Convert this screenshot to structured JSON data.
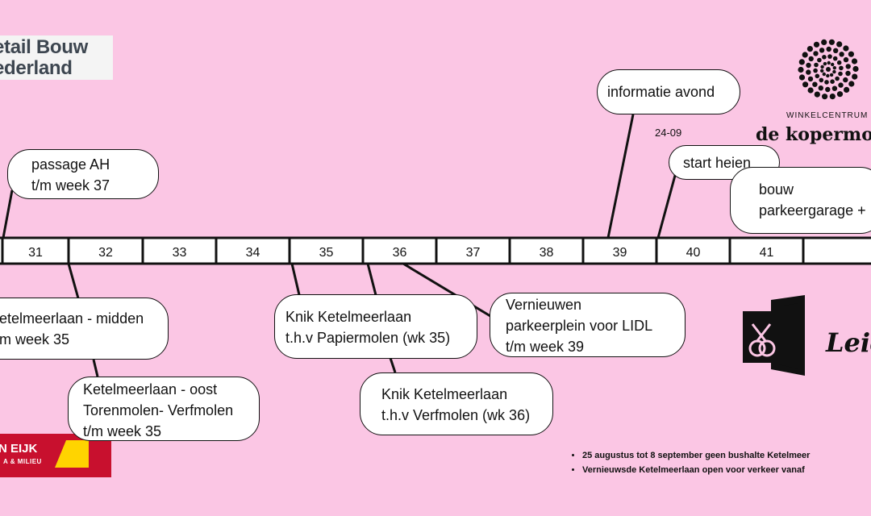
{
  "logos": {
    "retailbouw_line1": "etail Bouw",
    "retailbouw_line2": "ederland",
    "kopermolen_label": "WINKELCENTRUM",
    "kopermolen_name": "de kopermo",
    "vaneijk_name": "N EIJK",
    "vaneijk_sub": "A & MILIEU",
    "leiden_word": "Leid"
  },
  "week_labels": [
    "31",
    "32",
    "33",
    "34",
    "35",
    "36",
    "37",
    "38",
    "39",
    "40",
    "41"
  ],
  "small_date": "24-09",
  "bubbles": {
    "info_avond": [
      "informatie avond"
    ],
    "passage_ah": [
      "passage AH",
      "t/m week 37"
    ],
    "start_heien": [
      "start heien"
    ],
    "bouw_parkeergarage": [
      "bouw",
      "parkeergarage +"
    ],
    "ketelmeerlaan_midden": [
      "etelmeerlaan - midden",
      "m week 35"
    ],
    "ketelmeerlaan_oost": [
      "Ketelmeerlaan - oost",
      "Torenmolen- Verfmolen",
      "t/m week 35"
    ],
    "knik_papiermolen": [
      "Knik Ketelmeerlaan",
      "t.h.v Papiermolen (wk 35)"
    ],
    "knik_verfmolen": [
      "Knik Ketelmeerlaan",
      "t.h.v Verfmolen (wk 36)"
    ],
    "vernieuwen_parkeerplein": [
      "Vernieuwen",
      "parkeerplein voor LIDL",
      "t/m week 39"
    ]
  },
  "notes": [
    "25 augustus tot 8 september geen bushalte Ketelmeer",
    "Vernieuwsde Ketelmeerlaan open voor verkeer vanaf"
  ]
}
